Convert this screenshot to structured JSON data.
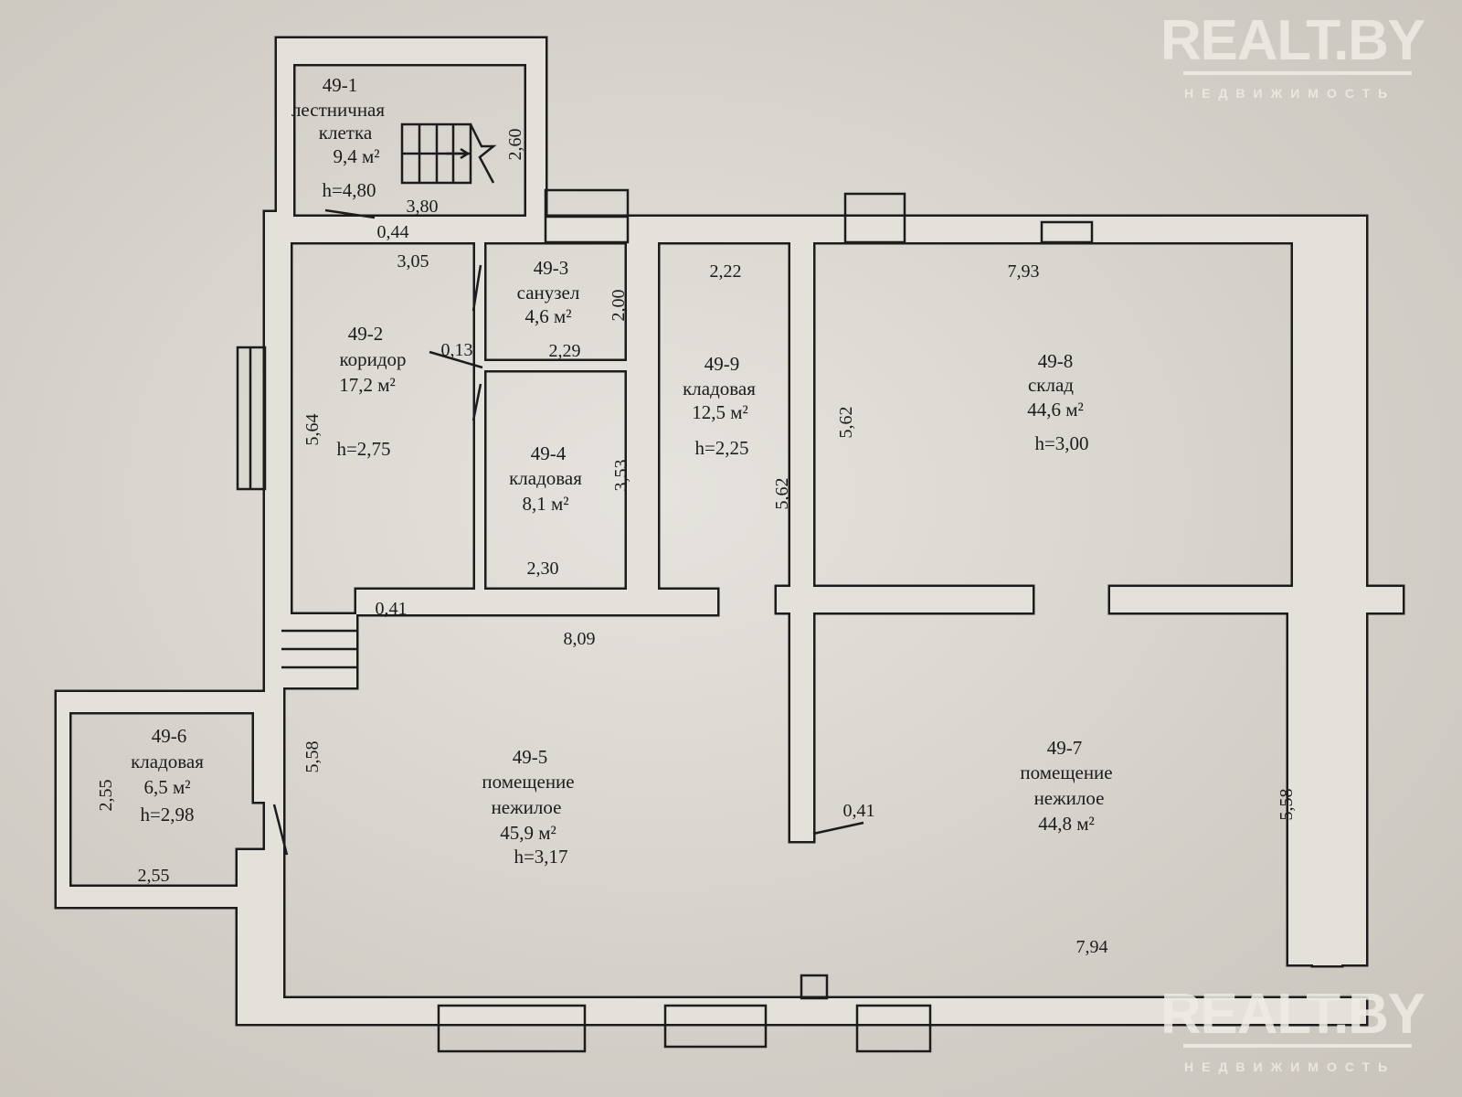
{
  "watermark": {
    "brand": "REALT.BY",
    "subtitle": "НЕДВИЖИМОСТЬ"
  },
  "rooms": [
    {
      "id": "49-1",
      "name1": "лестничная",
      "name2": "клетка",
      "area": "9,4 м²",
      "height": "h=4,80"
    },
    {
      "id": "49-2",
      "name1": "коридор",
      "area": "17,2 м²",
      "height": "h=2,75"
    },
    {
      "id": "49-3",
      "name1": "санузел",
      "area": "4,6 м²"
    },
    {
      "id": "49-4",
      "name1": "кладовая",
      "area": "8,1 м²"
    },
    {
      "id": "49-5",
      "name1": "помещение",
      "name2": "нежилое",
      "area": "45,9 м²",
      "height": "h=3,17"
    },
    {
      "id": "49-6",
      "name1": "кладовая",
      "area": "6,5 м²",
      "height": "h=2,98"
    },
    {
      "id": "49-7",
      "name1": "помещение",
      "name2": "нежилое",
      "area": "44,8 м²"
    },
    {
      "id": "49-8",
      "name1": "склад",
      "area": "44,6 м²",
      "height": "h=3,00"
    },
    {
      "id": "49-9",
      "name1": "кладовая",
      "area": "12,5 м²",
      "height": "h=2,25"
    }
  ],
  "dimensions": [
    "3,80",
    "0,44",
    "3,05",
    "2,60",
    "2,00",
    "0,13",
    "2,29",
    "3,53",
    "2,30",
    "5,64",
    "2,22",
    "5,62",
    "5,62",
    "7,93",
    "0,41",
    "8,09",
    "5,58",
    "2,55",
    "2,55",
    "0,41",
    "5,58",
    "7,94"
  ],
  "colors": {
    "paper": "#e4e0da",
    "ink": "#1c1c1c"
  }
}
